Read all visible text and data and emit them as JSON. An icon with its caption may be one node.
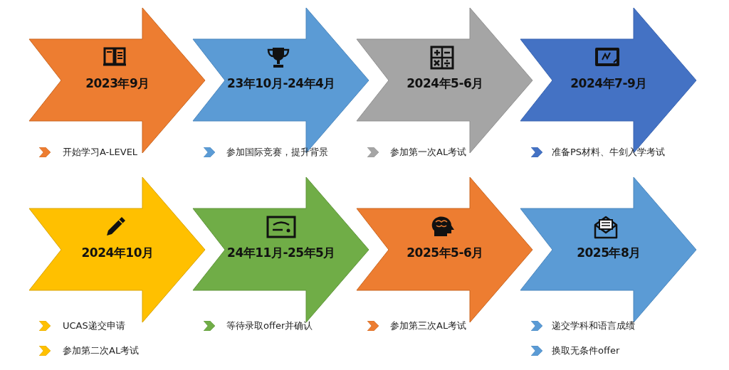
{
  "diagram": {
    "nodes": [
      {
        "text": [
          "2023年9月"
        ],
        "beside": [
          "开始学习A-LEVEL"
        ]
      },
      {
        "text": [
          "23年10月-24年4月"
        ],
        "beside": [
          "参加国际竞赛，提升背景"
        ]
      },
      {
        "text": [
          "2024年5-6月"
        ],
        "beside": [
          "参加第一次AL考试"
        ]
      },
      {
        "text": [
          "2024年7-9月"
        ],
        "beside": [
          "准备PS材料、牛剑入学考试"
        ]
      },
      {
        "text": [
          "2024年10月"
        ],
        "beside": [
          "UCAS递交申请",
          "参加第二次AL考试"
        ]
      },
      {
        "text": [
          "24年11月-25年5月"
        ],
        "beside": [
          "等待录取offer并确认"
        ]
      },
      {
        "text": [
          "2025年5-6月"
        ],
        "beside": [
          "参加第三次AL考试"
        ]
      },
      {
        "text": [
          "2025年8月"
        ],
        "beside": [
          "递交学科和语言成绩",
          "换取无条件offer"
        ]
      }
    ]
  }
}
